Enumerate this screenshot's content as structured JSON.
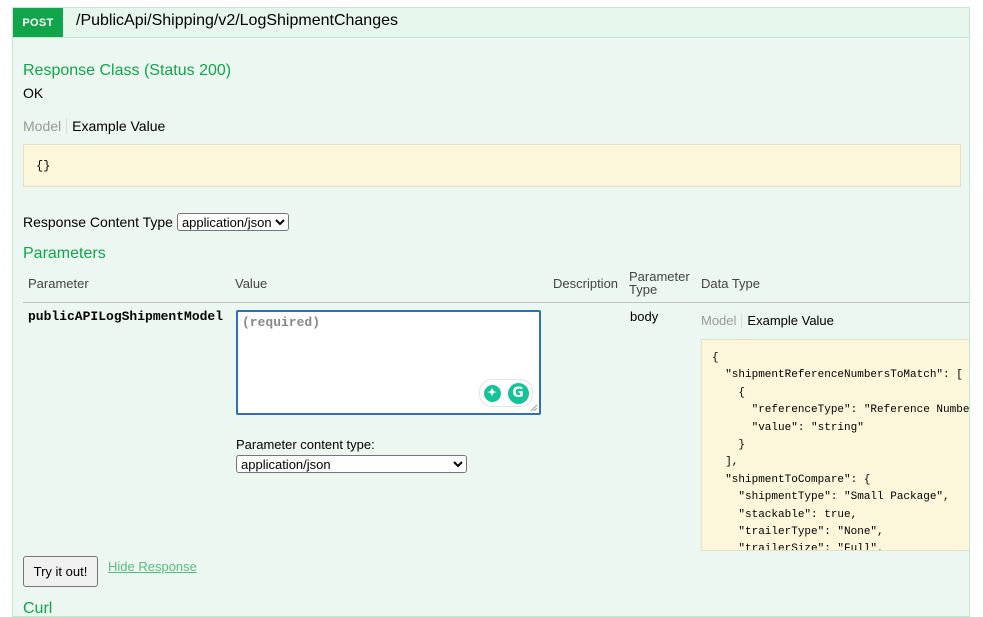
{
  "operation": {
    "method": "POST",
    "path": "/PublicApi/Shipping/v2/LogShipmentChanges"
  },
  "response_class": {
    "heading": "Response Class (Status 200)",
    "status_text": "OK",
    "tabs": {
      "model": "Model",
      "example": "Example Value"
    },
    "example_value": "{}"
  },
  "response_content_type": {
    "label": "Response Content Type",
    "selected": "application/json"
  },
  "parameters": {
    "heading": "Parameters",
    "columns": {
      "parameter": "Parameter",
      "value": "Value",
      "description": "Description",
      "parameter_type_line1": "Parameter",
      "parameter_type_line2": "Type",
      "data_type": "Data Type"
    },
    "rows": [
      {
        "name": "publicAPILogShipmentModel",
        "placeholder": "(required)",
        "content_type_label": "Parameter content type:",
        "content_type_selected": "application/json",
        "parameter_type": "body",
        "data_type_tabs": {
          "model": "Model",
          "example": "Example Value"
        },
        "example_json": "{\n  \"shipmentReferenceNumbersToMatch\": [\n    {\n      \"referenceType\": \"Reference Number\",\n      \"value\": \"string\"\n    }\n  ],\n  \"shipmentToCompare\": {\n    \"shipmentType\": \"Small Package\",\n    \"stackable\": true,\n    \"trailerType\": \"None\",\n    \"trailerSize\": \"Full\","
      }
    ]
  },
  "actions": {
    "try_label": "Try it out!",
    "hide_response_label": "Hide Response"
  },
  "curl_heading": "Curl",
  "colors": {
    "accent_green": "#10a54a",
    "panel_bg": "#ebf7f0",
    "code_bg": "#fcf6db",
    "focus_blue": "#2f6fb5"
  }
}
